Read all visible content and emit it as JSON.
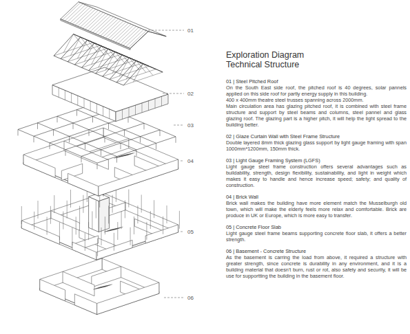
{
  "diagram": {
    "title": "Exploration Diagram Technical Structure",
    "labels": [
      "01",
      "02",
      "03",
      "04",
      "05",
      "06",
      "01 | Steel Pitched Roof",
      "On the South East side roof, the pitched roof is 40 degrees, solar pannels applied on this side roof for partly energy supply in this building.",
      "400 x 400mm theatre steel trusses spanning across 2000mm.",
      "Main circulation area has glazing pitched roof, it is combined with steel frame structure and support by steel beams and columns, steel pannel and glass glazing roof. The glazing part is a higher pitch, it will help the light spread to the building better.",
      "02 | Glaze Curtain Wall with Steel Frame Structure",
      "Double layered 8mm thick glazing glass support by light gauge framing with span 1000mm*1200mm, 150mm thick.",
      "03 | Light Gauge Framing System (LGFS)",
      "Light gauge steel frame construction offers several advantages such as buildability, strength, design flexibility, sustainability, and light in weight which makes it easy to handle and hence increase speed; safety; and quality of construction.",
      "04 | Brick Wall",
      "Brick wall makes the building have more element match the Musselburgh old town, which will make the elderly feels more relax and comfortable. Brick are produce in UK or Europe, which is more easy to transfer.",
      "05 | Concrete Floor Slab",
      "Light gauge steel frame beams supporting concrete floor slab, it offers a better strength.",
      "06 | Basement - Concrete Structure",
      "As the basement is carring the load from above, it required a structure with greater strength, since concrete is durability in any environment, and it is a building material that doesn't burn, rust or rot, also safety and security, it will be use for supportting the building in the basement floor."
    ]
  }
}
